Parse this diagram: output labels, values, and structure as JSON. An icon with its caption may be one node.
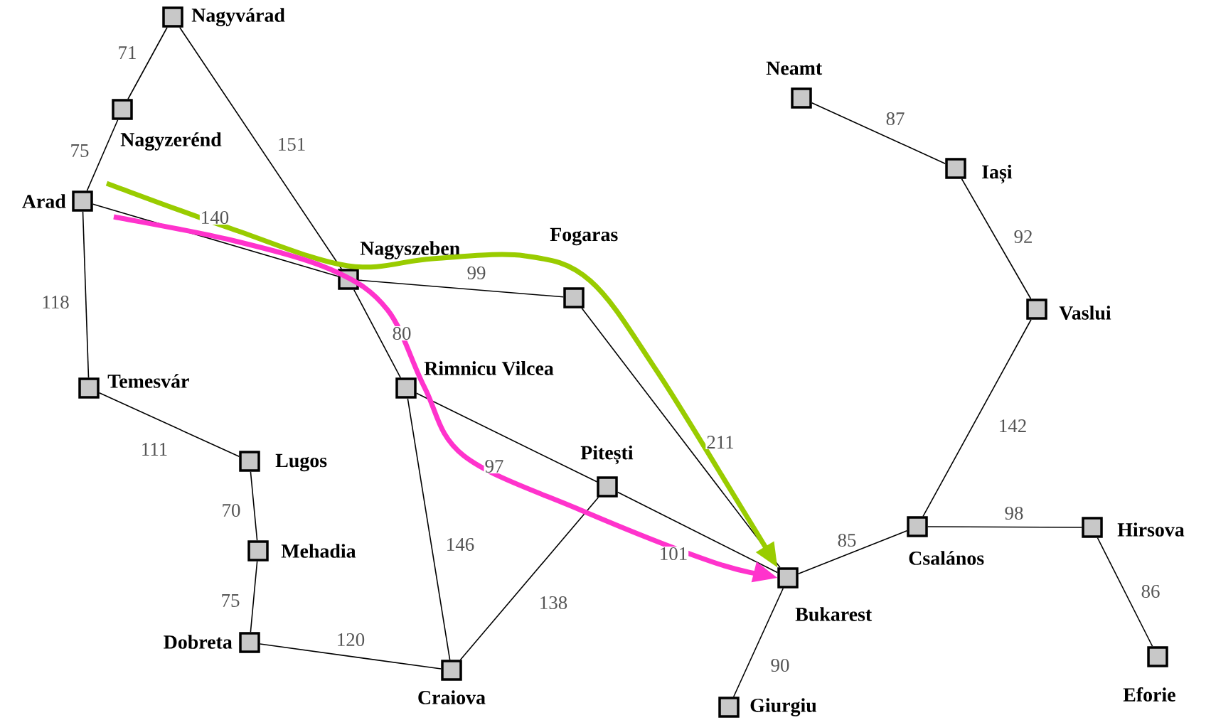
{
  "diagram": {
    "nodes": [
      {
        "text": [
          "Nagyvárad"
        ]
      },
      {
        "text": [
          "Nagyzerénd"
        ]
      },
      {
        "text": [
          "Arad"
        ]
      },
      {
        "text": [
          "Temesvár"
        ]
      },
      {
        "text": [
          "Lugos"
        ]
      },
      {
        "text": [
          "Mehadia"
        ]
      },
      {
        "text": [
          "Dobreta"
        ]
      },
      {
        "text": [
          "Craiova"
        ]
      },
      {
        "text": [
          "Nagyszeben"
        ]
      },
      {
        "text": [
          "Rimnicu Vilcea"
        ]
      },
      {
        "text": [
          "Fogaras"
        ]
      },
      {
        "text": [
          "Pitești"
        ]
      },
      {
        "text": [
          "Bukarest"
        ]
      },
      {
        "text": [
          "Giurgiu"
        ]
      },
      {
        "text": [
          "Csalános"
        ]
      },
      {
        "text": [
          "Hirsova"
        ]
      },
      {
        "text": [
          "Eforie"
        ]
      },
      {
        "text": [
          "Vaslui"
        ]
      },
      {
        "text": [
          "Iași"
        ]
      },
      {
        "text": [
          "Neamt"
        ]
      }
    ],
    "edges": [
      {
        "from": 0,
        "to": 1,
        "arrow": "none",
        "label": "71"
      },
      {
        "from": 1,
        "to": 2,
        "arrow": "none",
        "label": "75"
      },
      {
        "from": 0,
        "to": 8,
        "arrow": "none",
        "label": "151"
      },
      {
        "from": 2,
        "to": 8,
        "arrow": "none",
        "label": "140"
      },
      {
        "from": 2,
        "to": 3,
        "arrow": "none",
        "label": "118"
      },
      {
        "from": 3,
        "to": 4,
        "arrow": "none",
        "label": "111"
      },
      {
        "from": 4,
        "to": 5,
        "arrow": "none",
        "label": "70"
      },
      {
        "from": 5,
        "to": 6,
        "arrow": "none",
        "label": "75"
      },
      {
        "from": 6,
        "to": 7,
        "arrow": "none",
        "label": "120"
      },
      {
        "from": 8,
        "to": 10,
        "arrow": "none",
        "label": "99"
      },
      {
        "from": 8,
        "to": 9,
        "arrow": "none",
        "label": "80"
      },
      {
        "from": 9,
        "to": 11,
        "arrow": "none",
        "label": "97"
      },
      {
        "from": 9,
        "to": 7,
        "arrow": "none",
        "label": "146"
      },
      {
        "from": 7,
        "to": 11,
        "arrow": "none",
        "label": "138"
      },
      {
        "from": 11,
        "to": 12,
        "arrow": "none",
        "label": "101"
      },
      {
        "from": 10,
        "to": 12,
        "arrow": "none",
        "label": "211"
      },
      {
        "from": 12,
        "to": 13,
        "arrow": "none",
        "label": "90"
      },
      {
        "from": 12,
        "to": 14,
        "arrow": "none",
        "label": "85"
      },
      {
        "from": 14,
        "to": 15,
        "arrow": "none",
        "label": "98"
      },
      {
        "from": 15,
        "to": 16,
        "arrow": "none",
        "label": "86"
      },
      {
        "from": 14,
        "to": 17,
        "arrow": "none",
        "label": "142"
      },
      {
        "from": 17,
        "to": 18,
        "arrow": "none",
        "label": "92"
      },
      {
        "from": 18,
        "to": 19,
        "arrow": "none",
        "label": "87"
      },
      {
        "from": null,
        "to": 12,
        "arrow": "to",
        "style": "thick",
        "color": "#99cc00"
      },
      {
        "from": null,
        "to": 12,
        "arrow": "to",
        "style": "thick",
        "color": "#ff33cc"
      }
    ]
  }
}
